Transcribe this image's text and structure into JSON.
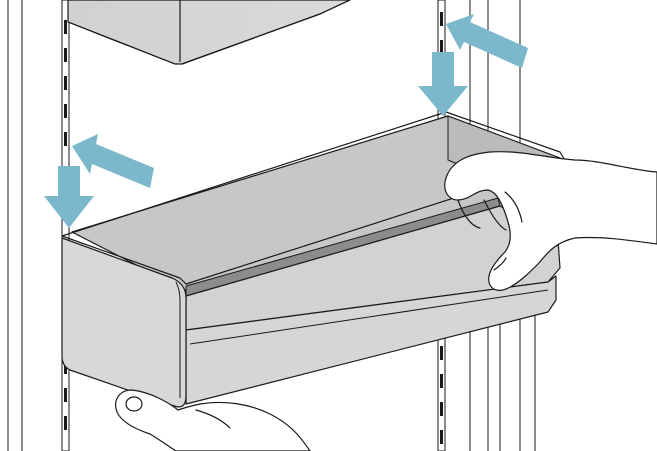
{
  "illustration": {
    "subject": "door-shelf-installation",
    "arrow_color": "#7cb8cc",
    "shelf_face_color": "#d2d4d5",
    "shelf_inner_color": "#c4c6c7",
    "shelf_dark_color": "#8a8c8e",
    "line_color": "#1a1a1a",
    "arrows": [
      {
        "name": "upper-right-push-arrow",
        "direction": "diagonal-down-left"
      },
      {
        "name": "upper-right-down-arrow",
        "direction": "down"
      },
      {
        "name": "left-push-arrow",
        "direction": "diagonal-down-left"
      },
      {
        "name": "left-down-arrow",
        "direction": "down"
      }
    ]
  }
}
